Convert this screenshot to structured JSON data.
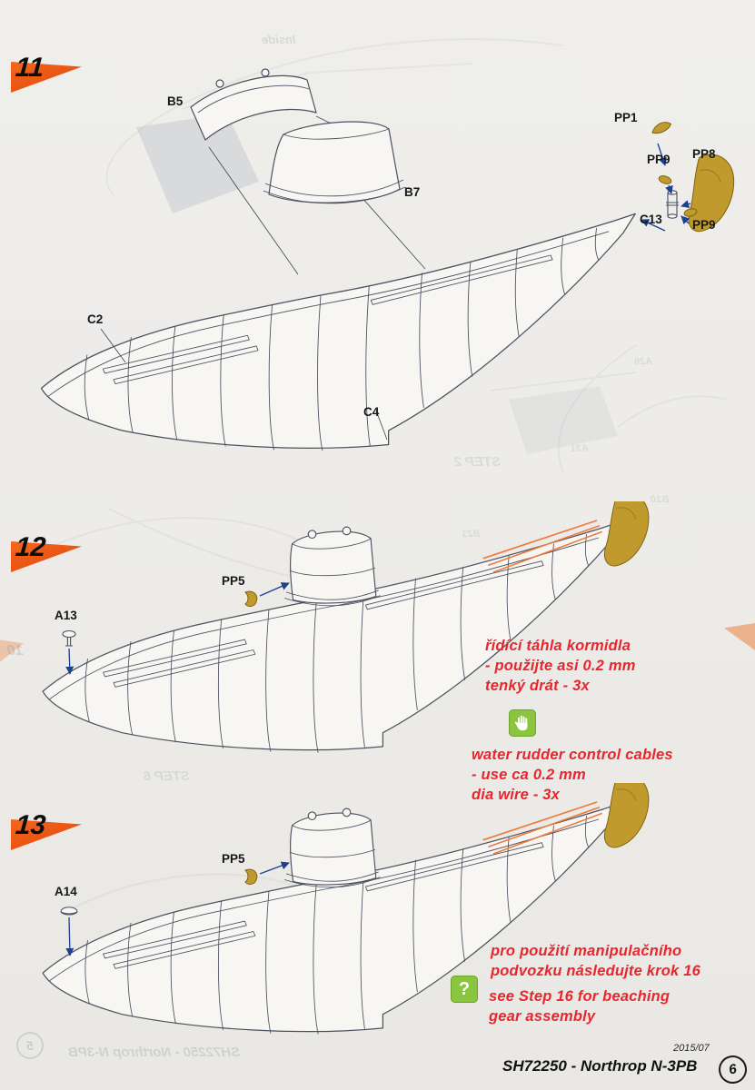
{
  "doc": {
    "date": "2015/07",
    "kit_title": "SH72250 - Northrop N-3PB",
    "page_number": "6"
  },
  "colors": {
    "accent_orange": "#ef5310",
    "part_mustard": "#c09a2c",
    "note_red": "#e8262d",
    "icon_green": "#8bc43f",
    "arrow_blue": "#1d3f8f",
    "cable_orange": "#ef7a3a",
    "line_ink": "#4a5160"
  },
  "steps": {
    "s11": {
      "number": "11",
      "labels": {
        "b5": "B5",
        "b7": "B7",
        "c2": "C2",
        "c4": "C4",
        "pp1": "PP1",
        "pp9_top": "PP9",
        "pp8": "PP8",
        "c13": "C13",
        "pp9_bottom": "PP9"
      }
    },
    "s12": {
      "number": "12",
      "labels": {
        "pp5": "PP5",
        "a13": "A13"
      },
      "note_cz_lines": [
        "řídící táhla kormidla",
        "- použijte asi 0.2 mm",
        "tenký drát - 3x"
      ],
      "note_en_lines": [
        "water rudder control cables",
        "- use ca 0.2 mm",
        "dia wire - 3x"
      ],
      "icon": "hand-icon"
    },
    "s13": {
      "number": "13",
      "labels": {
        "pp5": "PP5",
        "a14": "A14"
      },
      "note_cz_lines": [
        "pro použití manipulačního",
        "podvozku následujte krok 16"
      ],
      "note_en_lines": [
        "see Step 16 for beaching",
        "gear assembly"
      ],
      "icon": "question-icon",
      "icon_glyph": "?"
    }
  },
  "ghosts": {
    "inside": "Inside",
    "step2": "STEP 2",
    "step6": "STEP 6",
    "b21": "B21",
    "a26": "A26",
    "b10": "B10",
    "a31": "A31",
    "g10": "10",
    "mirror_title": "SH72250 - Northrop N-3PB",
    "mirror_page": "5"
  }
}
